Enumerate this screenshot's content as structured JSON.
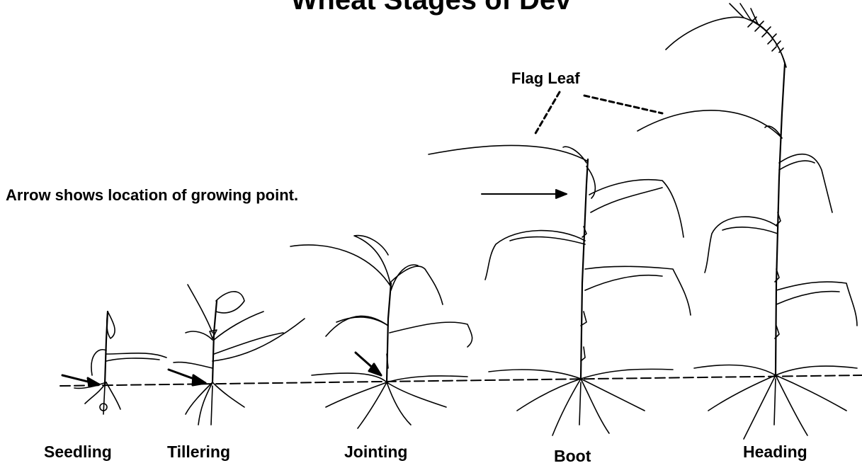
{
  "diagram": {
    "title": "Wheat Stages of Dev",
    "callouts": {
      "growing_point": "Arrow shows location of growing point.",
      "flag_leaf": "Flag Leaf"
    },
    "stages": [
      {
        "label": "Seedling"
      },
      {
        "label": "Tillering"
      },
      {
        "label": "Jointing"
      },
      {
        "label": "Boot"
      },
      {
        "label": "Heading"
      }
    ],
    "colors": {
      "ink": "#000000",
      "paper": "#ffffff"
    }
  }
}
